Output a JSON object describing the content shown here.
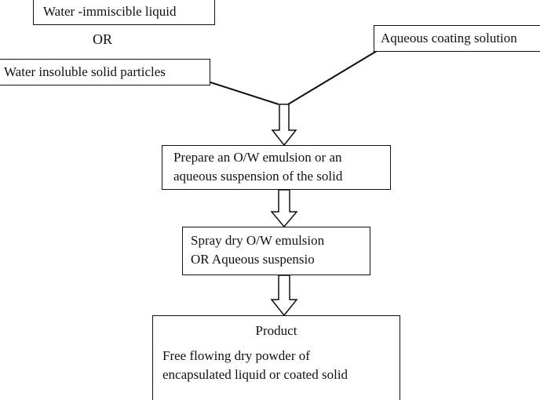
{
  "inputs": {
    "water_immiscible": "Water -immiscible liquid",
    "or_label": "OR",
    "water_insoluble": "Water insoluble solid particles",
    "aqueous_coating": "Aqueous coating solution"
  },
  "steps": {
    "prepare": {
      "line1": "Prepare an O/W emulsion or an",
      "line2": "aqueous suspension of the solid"
    },
    "spray": {
      "line1": "Spray dry O/W emulsion",
      "line2": "OR Aqueous suspensio"
    },
    "product": {
      "title": "Product",
      "line1": "Free flowing dry powder of",
      "line2": "encapsulated liquid or coated solid"
    }
  }
}
